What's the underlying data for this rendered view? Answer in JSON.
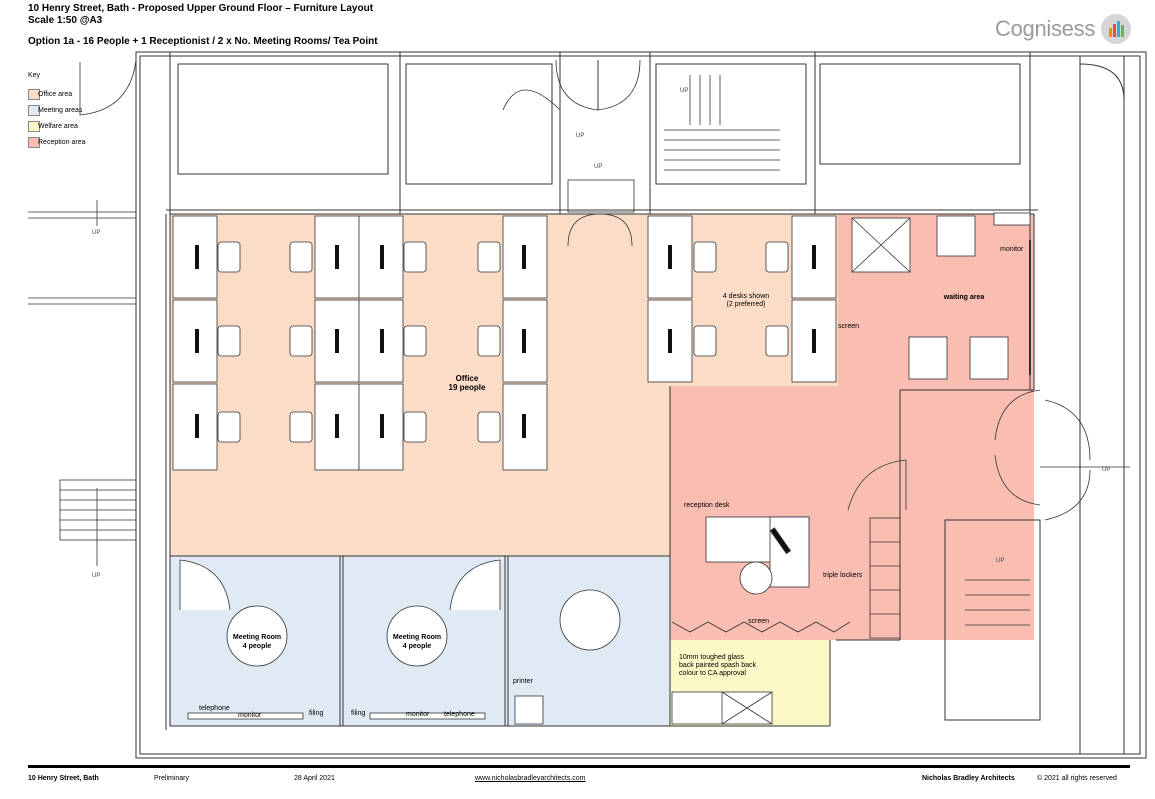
{
  "header": {
    "title": "10 Henry Street, Bath - Proposed Upper Ground Floor  – Furniture Layout",
    "scale": "Scale 1:50 @A3",
    "option": "Option 1a - 16 People + 1 Receptionist / 2 x No. Meeting Rooms/ Tea Point"
  },
  "logo": {
    "text": "Cognisess"
  },
  "key": {
    "title": "Key",
    "items": [
      {
        "label": "Office area",
        "color": "#fbdcc6"
      },
      {
        "label": "Meeting areas",
        "color": "#dfeaf5"
      },
      {
        "label": "Welfare area",
        "color": "#fdf9c6"
      },
      {
        "label": "Reception area",
        "color": "#f9bdb1"
      }
    ]
  },
  "labels": {
    "office": "Office",
    "office_people": "19 people",
    "desks_shown": "4 desks shown",
    "desks_preferred": "(2 preferred)",
    "waiting_area": "waiting area",
    "monitor_waiting": "monitor",
    "screen_1": "screen",
    "screen_2": "screen",
    "reception_desk": "reception desk",
    "triple_lockers": "triple lockers",
    "glass_1": "10mm toughed glass",
    "glass_2": "back painted spash back",
    "glass_3": "colour to CA approval",
    "meeting_room": "Meeting Room",
    "meeting_people": "4 people",
    "telephone_1": "telephone",
    "monitor_1": "monitor",
    "filing_1": "filing",
    "filing_2": "filing",
    "monitor_2": "monitor",
    "telephone_2": "telephone",
    "printer": "printer",
    "up": "UP"
  },
  "footer": {
    "address": "10 Henry Street, Bath",
    "status": "Preliminary",
    "date": "28 April 2021",
    "website": "www.nicholasbradleyarchitects.com",
    "architect": "Nicholas Bradley Architects",
    "copyright": "© 2021 all rights reserved"
  }
}
